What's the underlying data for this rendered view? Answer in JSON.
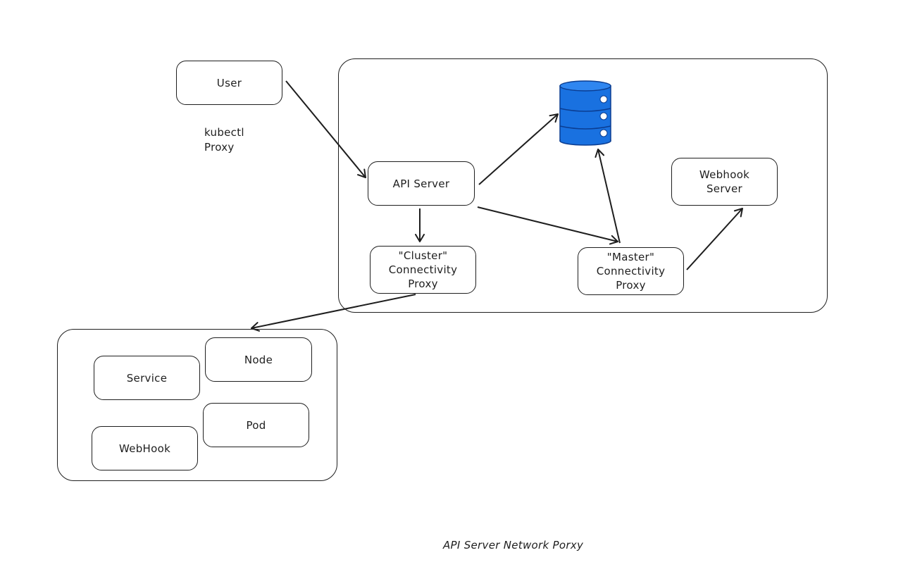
{
  "diagram": {
    "nodes": {
      "user": "User",
      "api_server": "API Server",
      "cluster_proxy": "\"Cluster\"\nConnectivity\nProxy",
      "master_proxy": "\"Master\"\nConnectivity\nProxy",
      "webhook_server": "Webhook\nServer",
      "service": "Service",
      "node": "Node",
      "pod": "Pod",
      "webhook": "WebHook"
    },
    "annotations": {
      "kubectl_proxy": "kubectl\nProxy"
    },
    "caption": "API Server Network Porxy",
    "icons": {
      "database": "database-icon"
    },
    "colors": {
      "stroke": "#1e1e1e",
      "database_fill": "#1971e0",
      "database_stroke": "#0b3d91"
    }
  }
}
